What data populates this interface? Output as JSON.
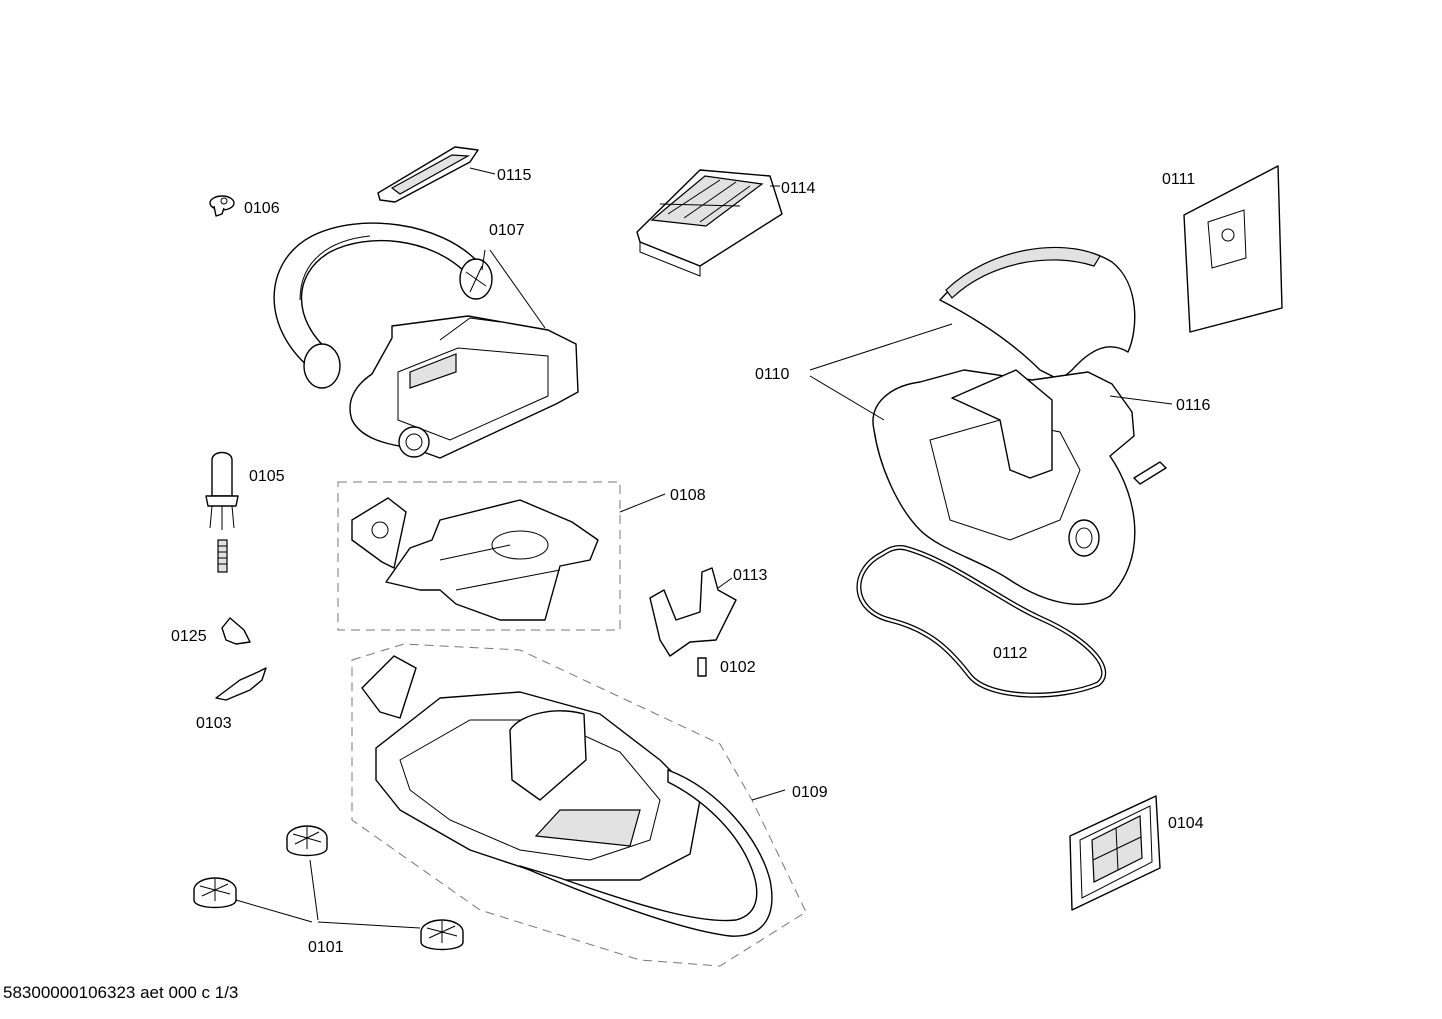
{
  "parts": {
    "p0101": "0101",
    "p0102": "0102",
    "p0103": "0103",
    "p0104": "0104",
    "p0105": "0105",
    "p0106": "0106",
    "p0107": "0107",
    "p0108": "0108",
    "p0109": "0109",
    "p0110": "0110",
    "p0111": "0111",
    "p0112": "0112",
    "p0113": "0113",
    "p0114": "0114",
    "p0115": "0115",
    "p0116": "0116",
    "p0125": "0125"
  },
  "footer": "58300000106323 aet 000 c 1/3"
}
